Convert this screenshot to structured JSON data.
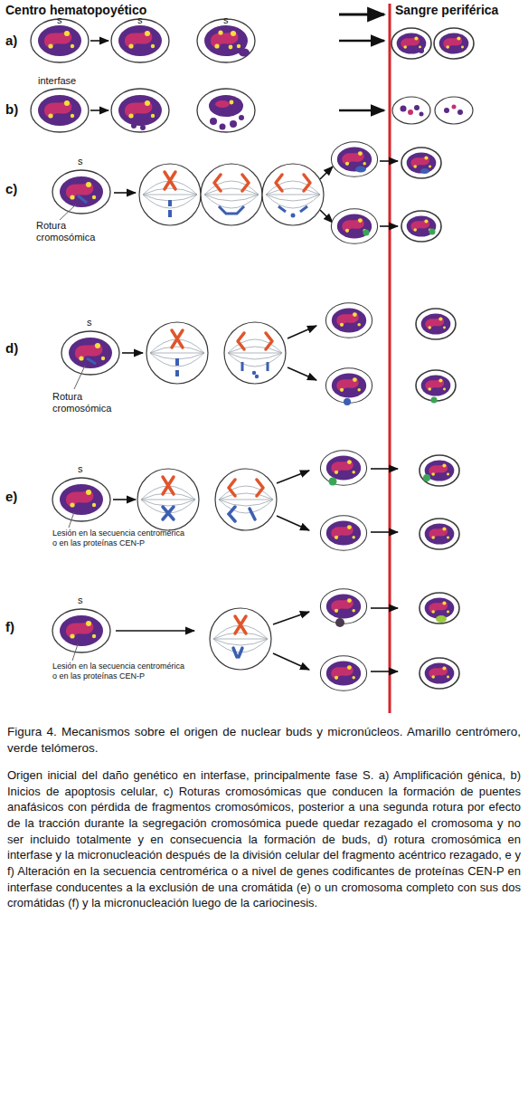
{
  "diagram": {
    "caption": "Figura 4. Mecanismos sobre el origen de nuclear buds y micronúcleos. Amarillo centrómero, verde telómeros.",
    "labels": [
      "Centro hematopoyético",
      "Sangre periférica",
      "s",
      "s",
      "s",
      "a)",
      "interfase",
      "b)",
      "s",
      "c)",
      "Rotura cromosómica",
      "s",
      "d)",
      "Rotura cromosómica",
      "s",
      "e)",
      "Lesión en la secuencia centromérica o en las proteínas CEN-P",
      "s",
      "f)",
      "Lesión en la secuencia centromérica o en las proteínas CEN-P",
      "Origen inicial del daño genético en interfase, principalmente fase S. a) Amplificación génica, b) Inicios de apoptosis celular, c) Roturas cromosómicas que conducen la formación de puentes anafásicos con pérdida de fragmentos cromosómicos, posterior a una segunda rotura por efecto de la tracción durante la segregación cromosómica puede quedar rezagado el cromosoma y no ser incluido totalmente y en consecuencia la formación de buds, d) rotura cromosómica en interfase y la micronucleación después de la división celular del fragmento acéntrico rezagado, e y f) Alteración en la secuencia centromérica o a nivel de genes codificantes de proteínas CEN-P en interfase conducentes a la exclusión de una cromátida (e) o un cromosoma completo con sus dos cromátidas (f) y la micronucleación luego de la cariocinesis."
    ]
  }
}
